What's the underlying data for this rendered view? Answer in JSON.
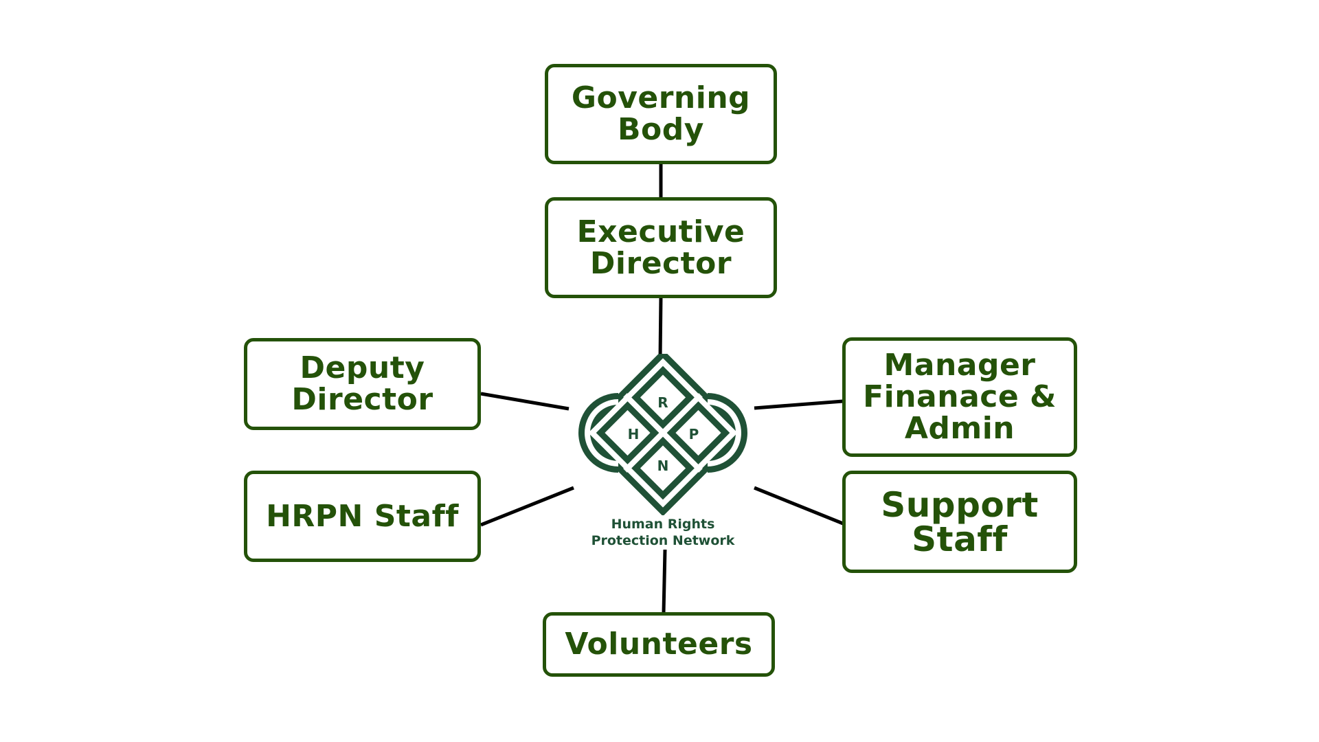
{
  "diagram": {
    "type": "organizational-chart",
    "nodes": {
      "governing_body": "Governing\nBody",
      "executive_director": "Executive\nDirector",
      "deputy_director": "Deputy\nDirector",
      "hrpn_staff": "HRPN Staff",
      "manager_finance_admin": "Manager\nFinanace &\nAdmin",
      "support_staff": "Support\nStaff",
      "volunteers": "Volunteers"
    },
    "edges": [
      [
        "governing_body",
        "executive_director"
      ],
      [
        "executive_director",
        "logo"
      ],
      [
        "logo",
        "deputy_director"
      ],
      [
        "logo",
        "hrpn_staff"
      ],
      [
        "logo",
        "manager_finance_admin"
      ],
      [
        "logo",
        "support_staff"
      ],
      [
        "logo",
        "volunteers"
      ]
    ],
    "logo": {
      "icon": "celtic-knot-icon",
      "letters": [
        "R",
        "H",
        "P",
        "N"
      ],
      "line1": "Human Rights",
      "line2": "Protection Network"
    },
    "colors": {
      "box_border": "#245209",
      "box_text": "#245209",
      "connector": "#000000",
      "logo": "#1f5136"
    }
  }
}
